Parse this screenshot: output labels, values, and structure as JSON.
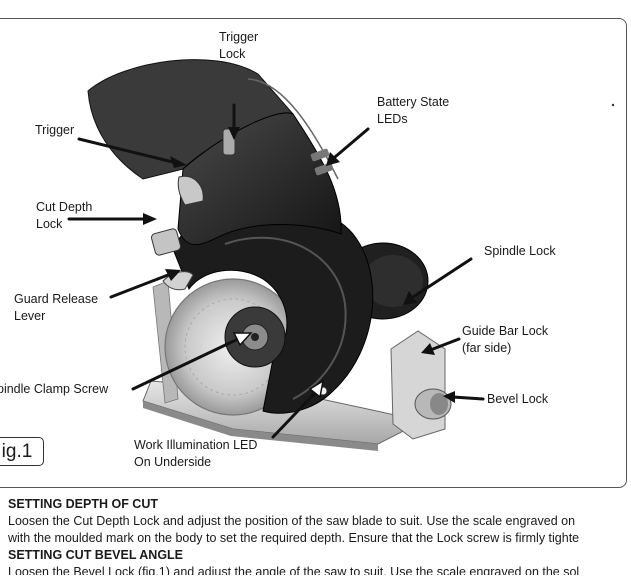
{
  "figure": {
    "label": "ig.1",
    "callouts": {
      "trigger_lock": [
        "Trigger",
        "Lock"
      ],
      "battery_leds": [
        "Battery State",
        "LEDs"
      ],
      "trigger": [
        "Trigger"
      ],
      "cut_depth_lock": [
        "Cut Depth",
        "Lock"
      ],
      "spindle_lock": [
        "Spindle Lock"
      ],
      "guard_release": [
        "Guard Release",
        "Lever"
      ],
      "guide_bar_lock": [
        "Guide Bar Lock",
        "(far side)"
      ],
      "spindle_clamp": [
        "pindle Clamp Screw"
      ],
      "bevel_lock": [
        "Bevel Lock"
      ],
      "work_led": [
        "Work Illumination LED",
        "On Underside"
      ]
    }
  },
  "instructions": {
    "section1_title": "SETTING DEPTH OF CUT",
    "section1_line1": "Loosen the Cut Depth Lock and adjust the position of the saw blade to suit. Use the scale engraved on",
    "section1_line2": "with the moulded mark on the body to set the required depth. Ensure that the Lock screw is firmly tighte",
    "section2_title": "SETTING CUT BEVEL ANGLE",
    "section2_line1": "Loosen the Bevel Lock (fig.1) and adjust the angle of the saw to suit. Use the scale engraved on the sol"
  }
}
